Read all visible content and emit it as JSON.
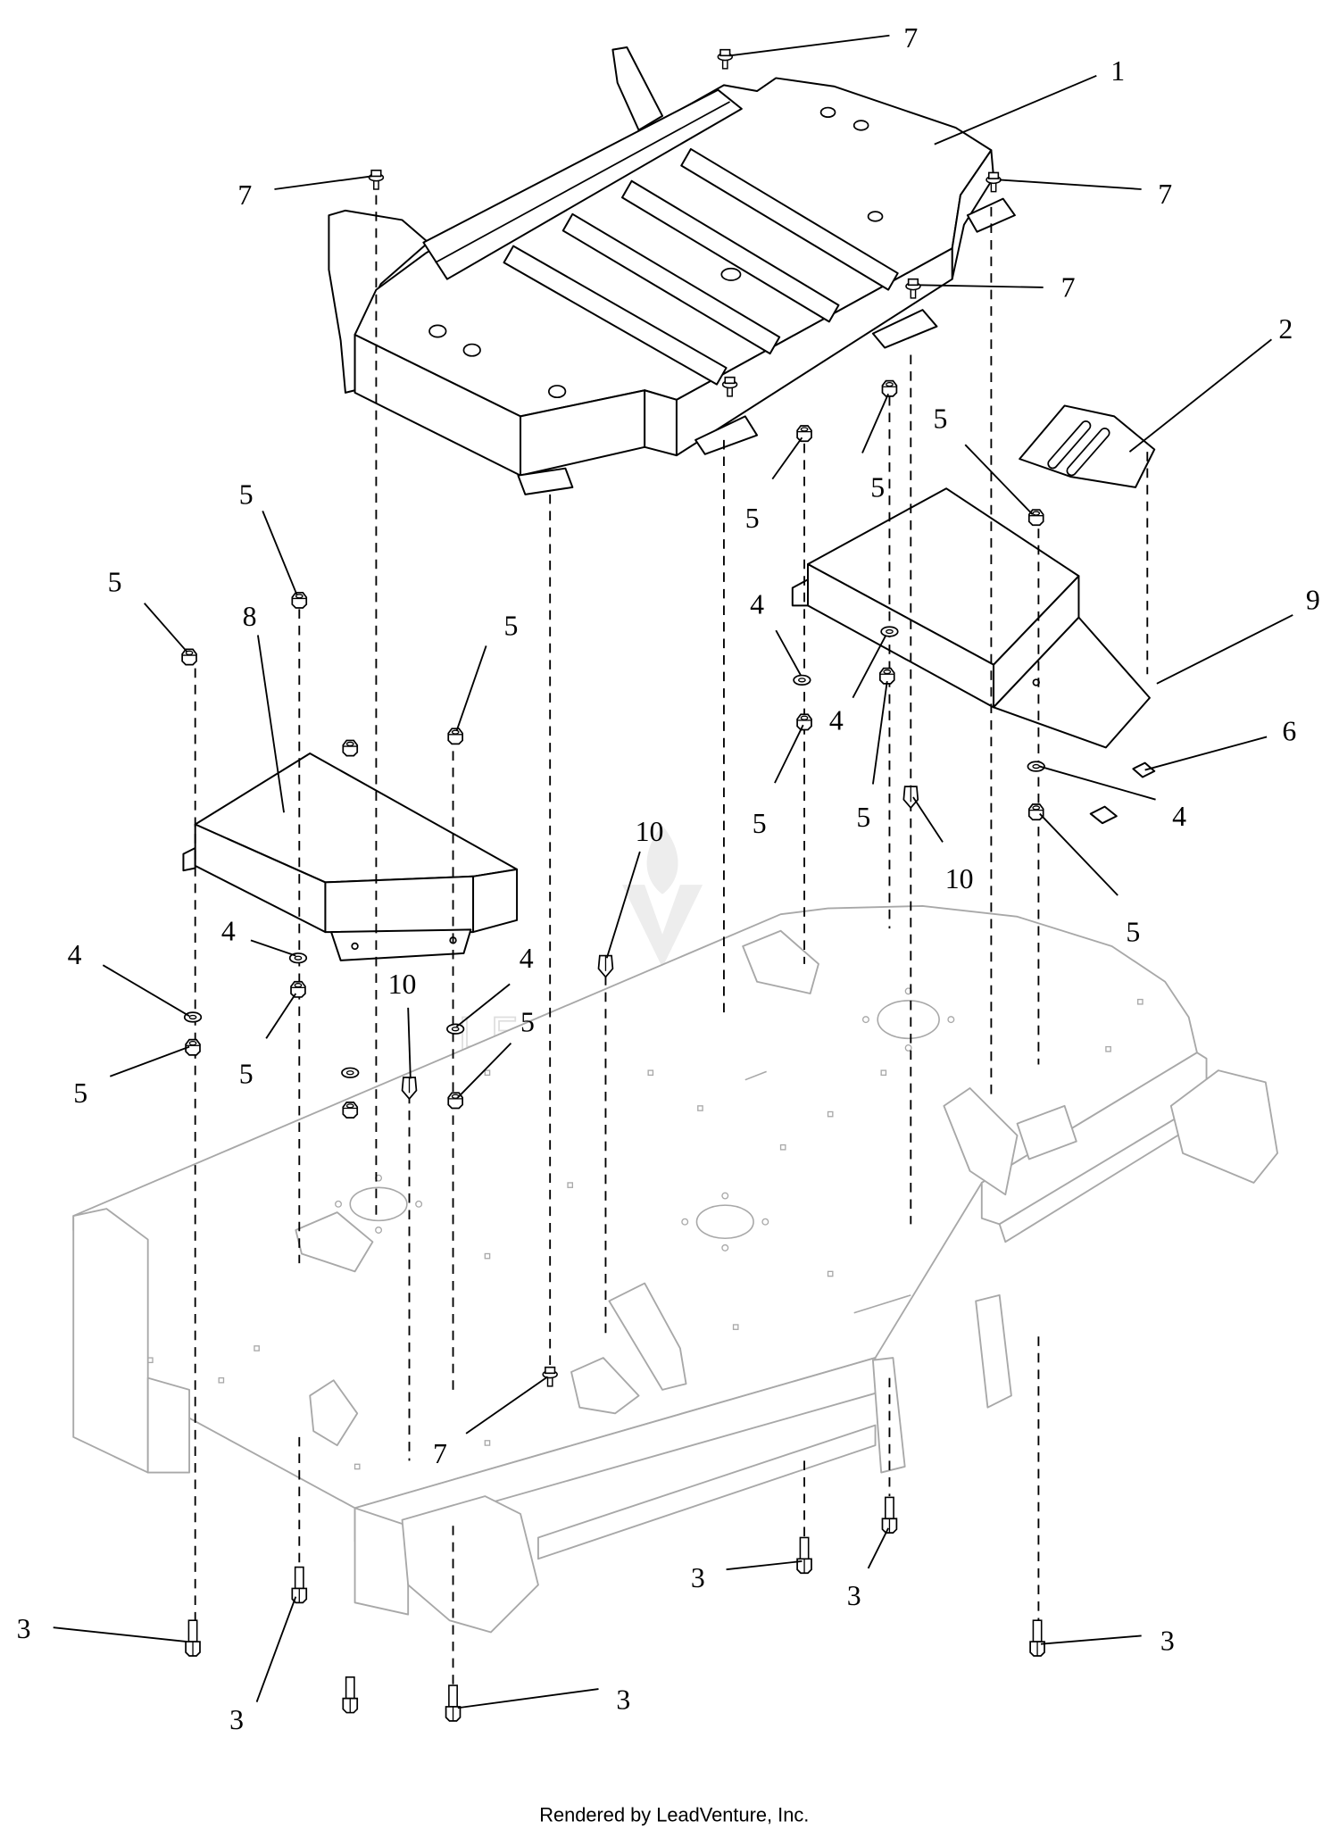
{
  "diagram": {
    "callouts": [
      "7",
      "1",
      "7",
      "7",
      "7",
      "2",
      "5",
      "5",
      "5",
      "5",
      "5",
      "8",
      "5",
      "9",
      "4",
      "4",
      "6",
      "5",
      "5",
      "10",
      "4",
      "5",
      "10",
      "4",
      "4",
      "10",
      "4",
      "5",
      "5",
      "5",
      "7",
      "3",
      "3",
      "3",
      "3",
      "3",
      "3"
    ],
    "watermark": "LEADVENTURE",
    "footer": "Rendered by LeadVenture, Inc."
  },
  "colors": {
    "line": "#000000",
    "deck": "#a8a8a8",
    "watermark": "#dedede",
    "background": "#ffffff"
  }
}
